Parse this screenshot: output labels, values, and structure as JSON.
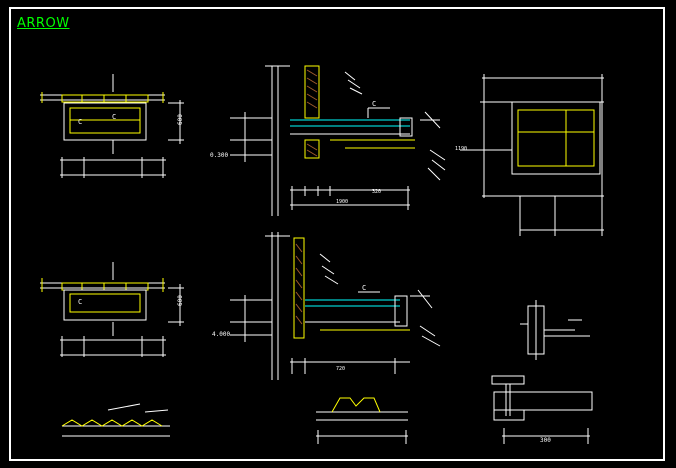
{
  "drawing": {
    "title": "ARROW",
    "colors": {
      "background": "#000000",
      "frame": "#ffffff",
      "title": "#00ff00",
      "line_white": "#ffffff",
      "line_yellow": "#ffff00",
      "line_cyan": "#00ffff",
      "line_red": "#ff0000",
      "line_green": "#00ff00",
      "hatch_brown": "#a05a2c"
    },
    "labels": {
      "plan_top_dim": "600",
      "plan_bottom_dim": "600",
      "section_top_elev": "0.300",
      "section_bottom_elev": "4.000",
      "section_top_total": "1900",
      "section_bottom_dim": "720",
      "detail_c": "C",
      "right_dim": "1190",
      "bottom_right_dim": "300"
    }
  }
}
